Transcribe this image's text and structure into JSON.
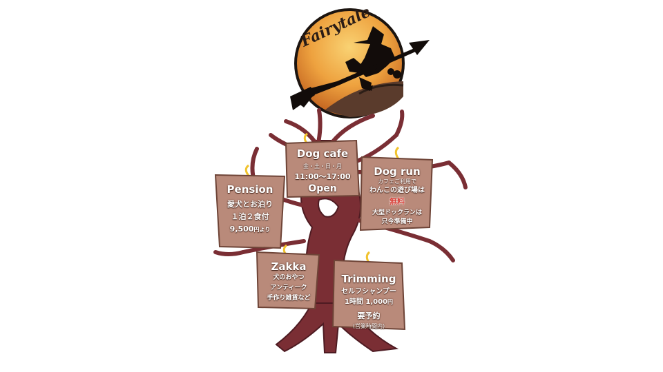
{
  "brand": {
    "logo_text": "Fairytale"
  },
  "signs": {
    "dog_cafe": {
      "title": "Dog cafe",
      "days": "金・土・日・月",
      "hours": "11:00〜17:00",
      "status": "Open"
    },
    "pension": {
      "title": "Pension",
      "line1": "愛犬とお泊り",
      "line2": "１泊２食付",
      "price": "9,500",
      "price_suffix": "円より"
    },
    "dog_run": {
      "title": "Dog run",
      "note": "カフェご利用で",
      "line1": "わんこの遊び場は",
      "free": "無料",
      "line2": "大型ドックランは",
      "line3": "只今準備中"
    },
    "zakka": {
      "title": "Zakka",
      "line1": "犬のおやつ",
      "line2": "アンティーク",
      "line3": "手作り雑貨など"
    },
    "trimming": {
      "title": "Trimming",
      "line1": "セルフシャンプー",
      "line2": "1時間 1,000",
      "line2_suffix": "円",
      "reserve": "要予約",
      "note": "(営業時間内)"
    }
  },
  "colors": {
    "trunk": "#7a2e34",
    "trunk_dark": "#4e1b22",
    "board": "#b98a7a",
    "board_edge": "#6e4437",
    "moon_top": "#f7b34c",
    "moon_bottom": "#c9722a",
    "ring": "#f1c32e"
  }
}
